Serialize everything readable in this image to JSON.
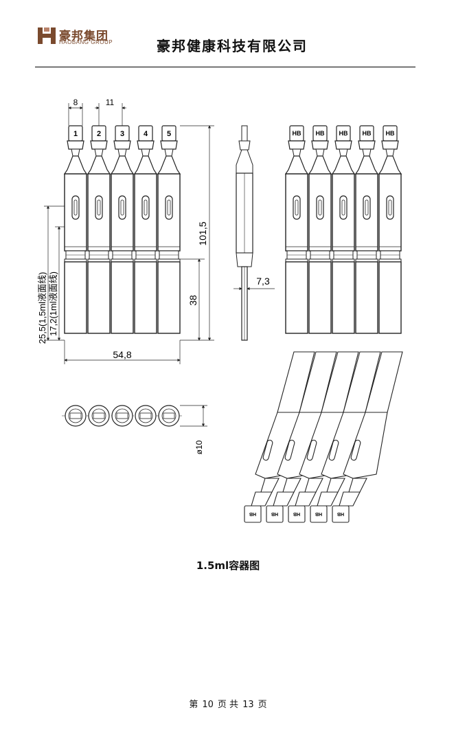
{
  "header": {
    "logo_cn": "豪邦集团",
    "logo_en": "HAOBANG GROUP",
    "company": "豪邦健康科技有限公司"
  },
  "drawing": {
    "tube_numbers": [
      "1",
      "2",
      "3",
      "4",
      "5"
    ],
    "tube_marking": "HB",
    "dimensions": {
      "width_one": "8",
      "pitch": "11",
      "height": "101,5",
      "lower_height": "38",
      "thickness": "7,3",
      "total_width": "54,8",
      "level_1_5ml": "25,5(1,5ml液面线)",
      "level_1ml": "17,2(1ml液面线)",
      "diameter": "ø10"
    }
  },
  "caption": "1.5ml容器图",
  "footer": {
    "page_label": "第",
    "page_current": "10",
    "page_of": "页 共",
    "page_total": "13",
    "page_suffix": "页"
  }
}
